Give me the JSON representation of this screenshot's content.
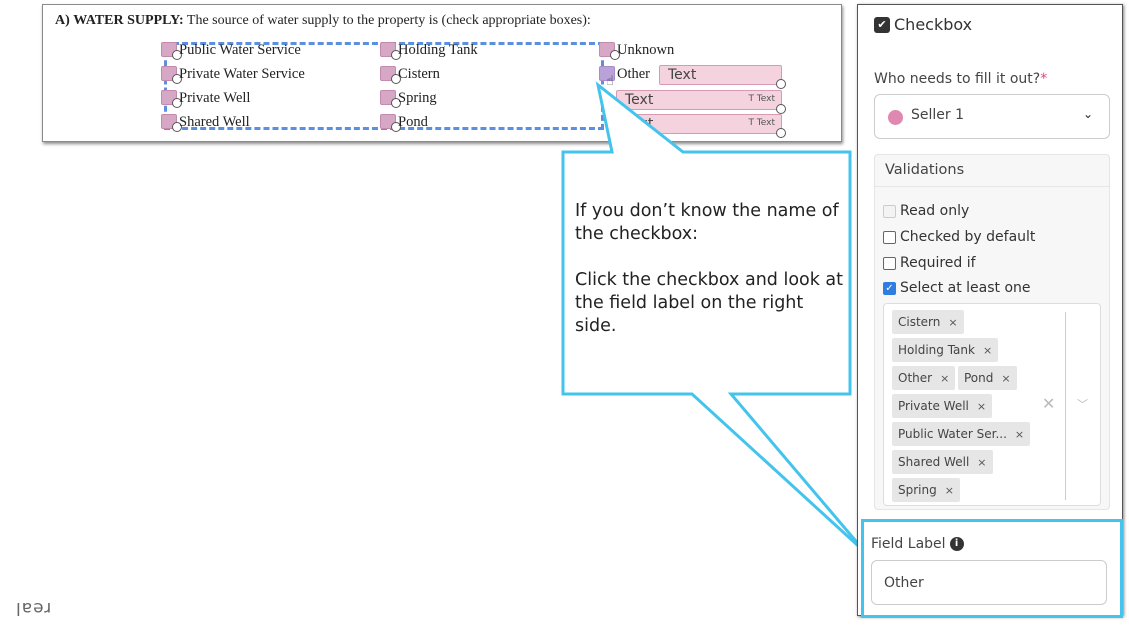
{
  "document": {
    "section_label": "A)",
    "section_title": "WATER SUPPLY:",
    "section_text": "The source of water supply to the property is (check appropriate boxes):",
    "checkboxes": [
      {
        "label": "Public Water Service",
        "column": 1,
        "row": 1
      },
      {
        "label": "Private Water Service",
        "column": 1,
        "row": 2
      },
      {
        "label": "Private Well",
        "column": 1,
        "row": 3
      },
      {
        "label": "Shared Well",
        "column": 1,
        "row": 4
      },
      {
        "label": "Holding Tank",
        "column": 2,
        "row": 1
      },
      {
        "label": "Cistern",
        "column": 2,
        "row": 2
      },
      {
        "label": "Spring",
        "column": 2,
        "row": 3
      },
      {
        "label": "Pond",
        "column": 2,
        "row": 4
      },
      {
        "label": "Unknown",
        "column": 3,
        "row": 1
      },
      {
        "label": "Other",
        "column": 3,
        "row": 2,
        "selected": true
      }
    ],
    "text_fields": [
      {
        "value": "Text",
        "type_label": ""
      },
      {
        "value": "Text",
        "type_label": "T Text"
      },
      {
        "value": "Text",
        "type_label": "T Text"
      }
    ]
  },
  "callout": {
    "line1": "If you don’t know the name of the checkbox:",
    "line2": "Click the checkbox and look at the field label on the right side.",
    "border_color": "#44c4ec"
  },
  "panel": {
    "title": "Checkbox",
    "who_label": "Who needs to fill it out?",
    "required_mark": "*",
    "signer": {
      "name": "Seller 1",
      "color": "#e089b0"
    },
    "validations": {
      "heading": "Validations",
      "options": [
        {
          "label": "Read only",
          "state": "disabled"
        },
        {
          "label": "Checked by default",
          "state": "unchecked"
        },
        {
          "label": "Required if",
          "state": "unchecked"
        },
        {
          "label": "Select at least one",
          "state": "checked"
        }
      ],
      "selected_tags": [
        "Cistern",
        "Holding Tank",
        "Other",
        "Pond",
        "Private Well",
        "Public Water Ser...",
        "Shared Well",
        "Spring"
      ]
    },
    "field_label": {
      "label": "Field Label",
      "value": "Other"
    }
  },
  "logo": {
    "text": "real"
  }
}
